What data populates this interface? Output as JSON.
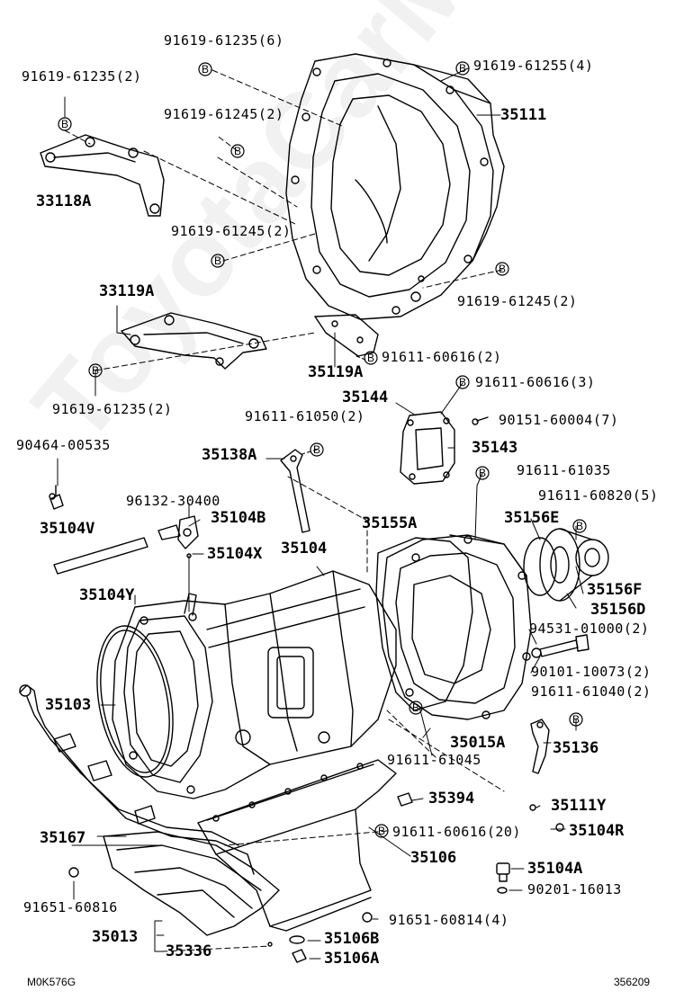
{
  "watermark": "ToyotaCarMile.ru",
  "footer": {
    "left_code": "M0K576G",
    "right_code": "356209"
  },
  "labels": {
    "p_91619_61235_6": "91619-61235(6)",
    "p_91619_61235_2_top": "91619-61235(2)",
    "p_91619_61255_4": "91619-61255(4)",
    "p_35111": "35111",
    "p_91619_61245_2_a": "91619-61245(2)",
    "p_33118A": "33118A",
    "p_91619_61245_2_b": "91619-61245(2)",
    "p_91619_61245_2_c": "91619-61245(2)",
    "p_33119A": "33119A",
    "p_35119A": "35119A",
    "p_91611_60616_2": "91611-60616(2)",
    "p_91619_61235_2_low": "91619-61235(2)",
    "p_91611_60616_3": "91611-60616(3)",
    "p_35144": "35144",
    "p_91611_61050_2": "91611-61050(2)",
    "p_90151_60004_7": "90151-60004(7)",
    "p_90464_00535": "90464-00535",
    "p_35138A": "35138A",
    "p_35143": "35143",
    "p_91611_61035": "91611-61035",
    "p_96132_30400": "96132-30400",
    "p_91611_60820_5": "91611-60820(5)",
    "p_35104V": "35104V",
    "p_35104B": "35104B",
    "p_35155A": "35155A",
    "p_35156E": "35156E",
    "p_35104X_a": "35104X",
    "p_35104": "35104",
    "p_35156F": "35156F",
    "p_35104Y": "35104Y",
    "p_35156D": "35156D",
    "p_94531_01000_2": "94531-01000(2)",
    "p_90101_10073_2": "90101-10073(2)",
    "p_35103": "35103",
    "p_91611_61040_2": "91611-61040(2)",
    "p_35015A": "35015A",
    "p_35136": "35136",
    "p_91611_61045": "91611-61045",
    "p_35394": "35394",
    "p_35111Y": "35111Y",
    "p_35167": "35167",
    "p_91611_60616_20": "91611-60616(20)",
    "p_35104R": "35104R",
    "p_35106": "35106",
    "p_35104A": "35104A",
    "p_91651_60816": "91651-60816",
    "p_90201_16013": "90201-16013",
    "p_91651_60814_4": "91651-60814(4)",
    "p_35013": "35013",
    "p_35106B": "35106B",
    "p_35336": "35336",
    "p_35106A": "35106A"
  },
  "bolt_marker": "B"
}
